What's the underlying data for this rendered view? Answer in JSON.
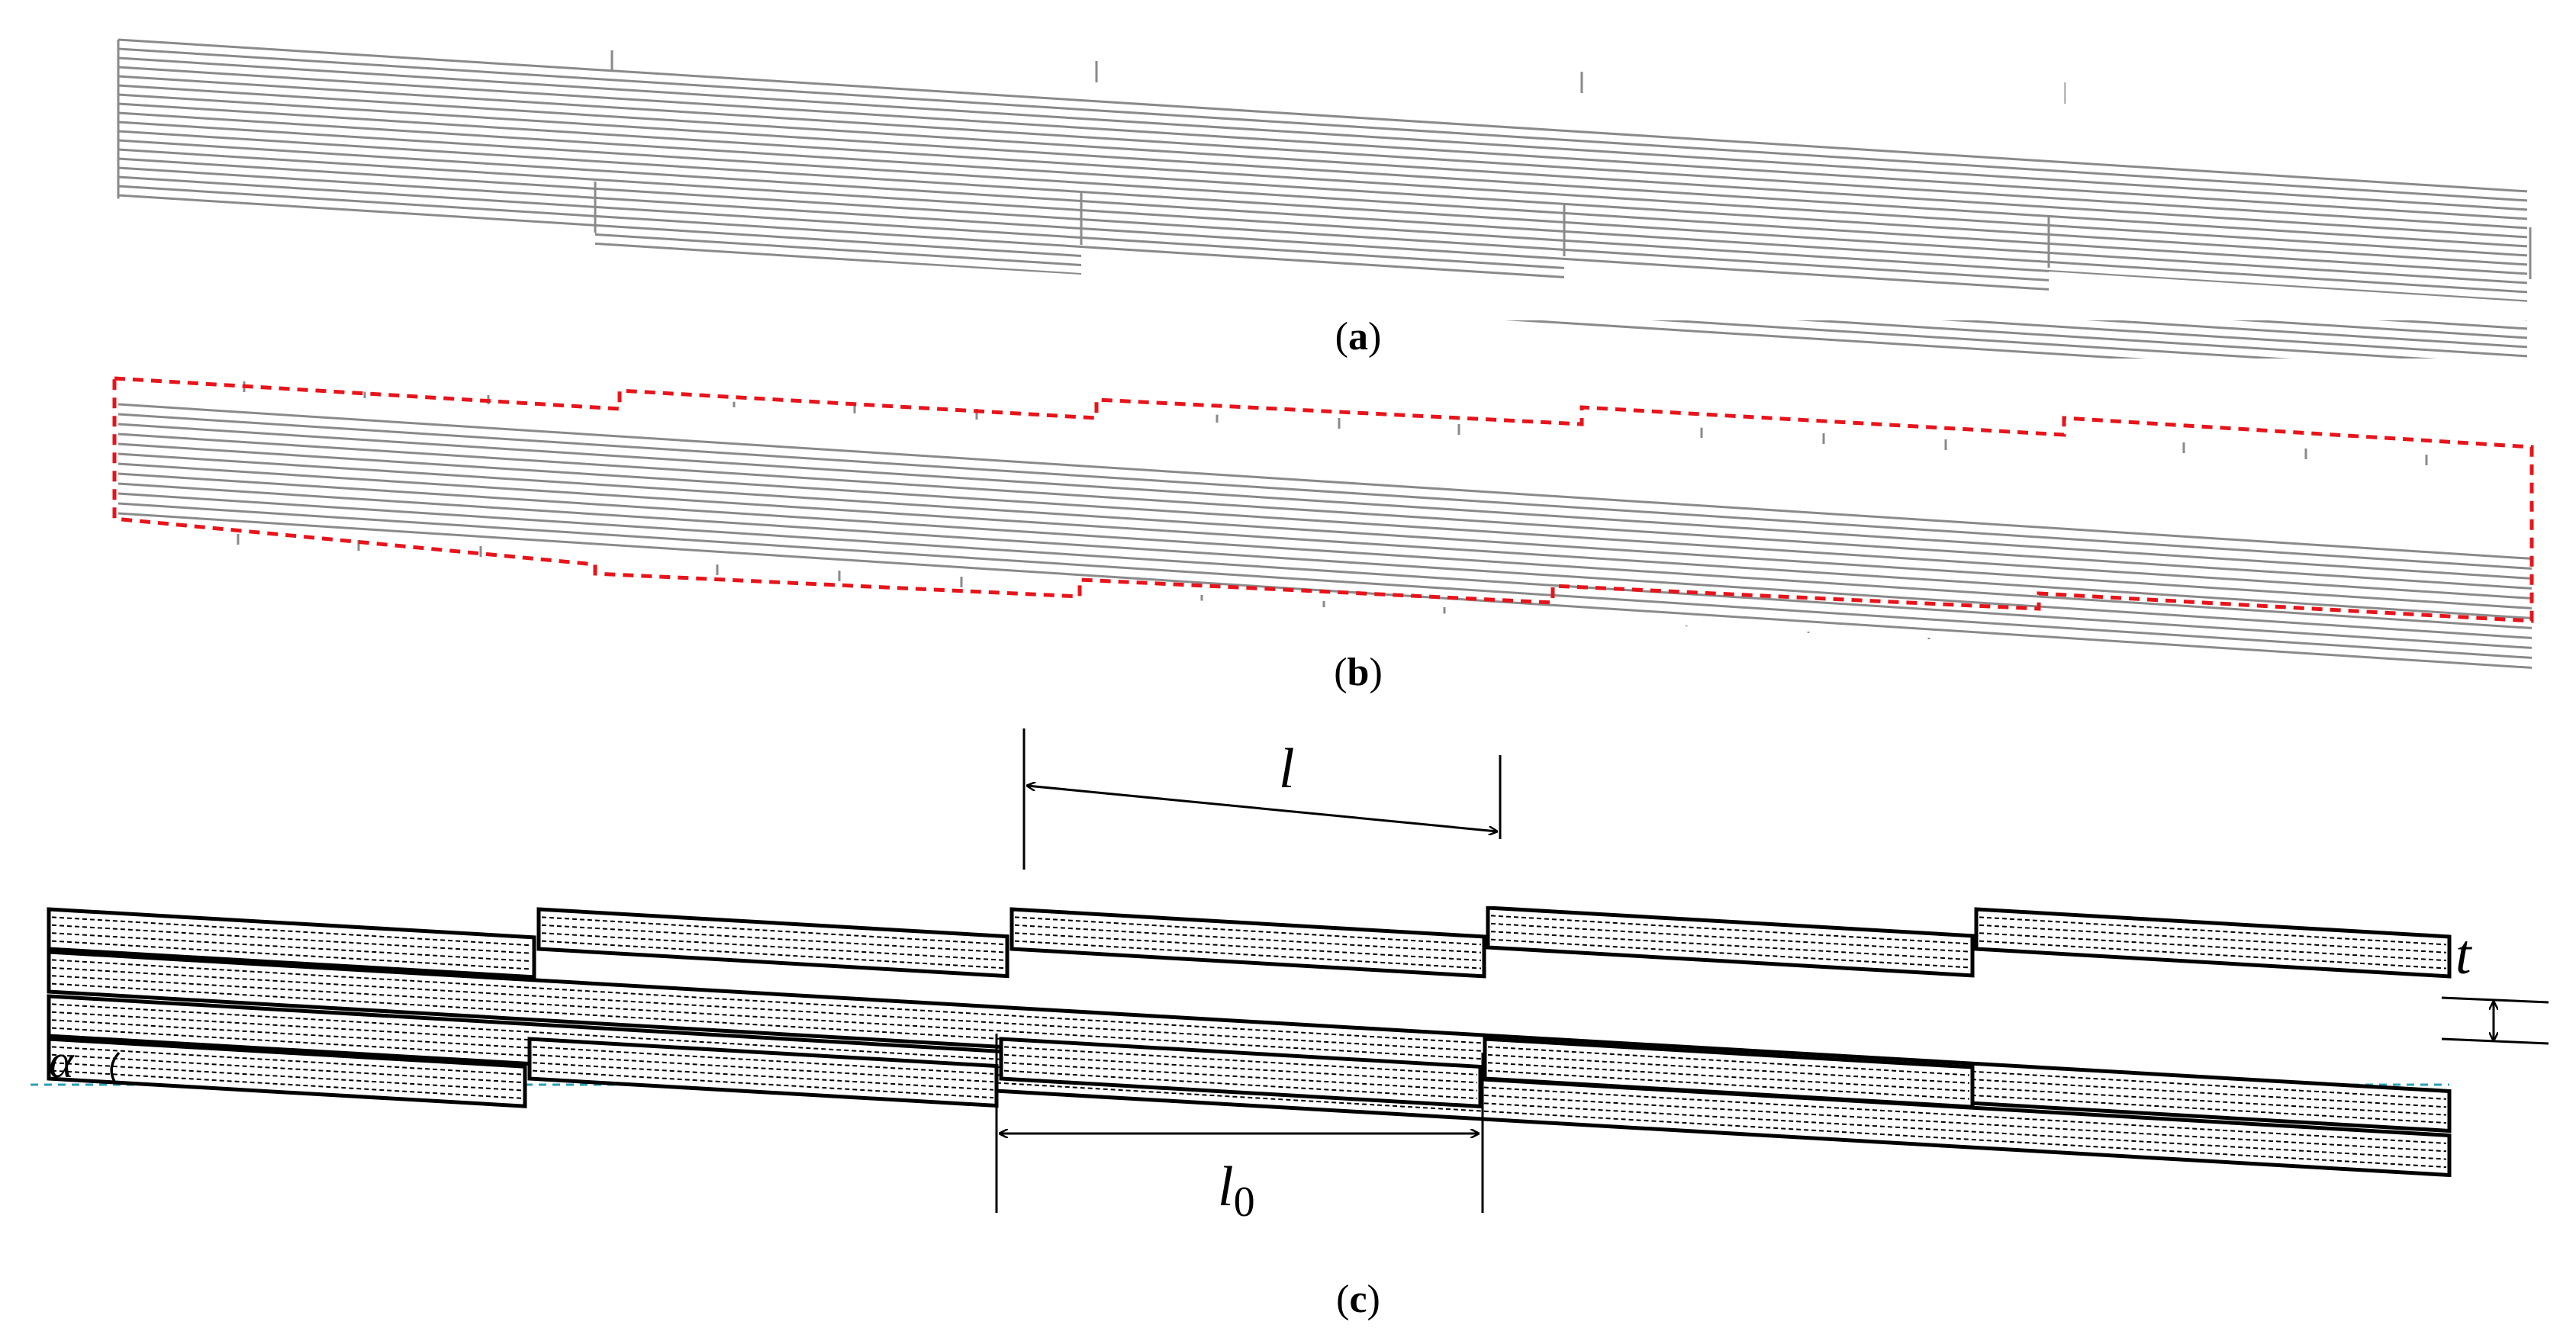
{
  "panels": {
    "a": {
      "label": "a"
    },
    "b": {
      "label": "b"
    },
    "c": {
      "label": "c"
    }
  },
  "symbols": {
    "l": "l",
    "l0_base": "l",
    "l0_sub": "0",
    "t": "t",
    "alpha": "α"
  },
  "colors": {
    "line_gray": "#8a8a8a",
    "outline_red": "#e8141b",
    "baseline_teal": "#2a9fb5",
    "black": "#000000"
  }
}
